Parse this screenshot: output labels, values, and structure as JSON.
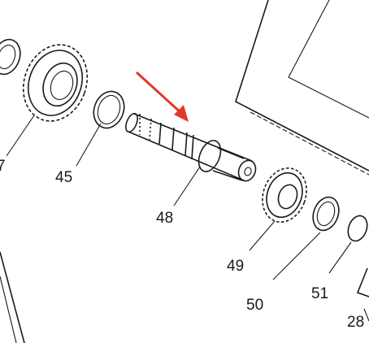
{
  "diagram": {
    "accent_color": "#e0392b",
    "line_color": "#1a1a1a",
    "callouts": [
      "7",
      "45",
      "48",
      "49",
      "50",
      "51",
      "28"
    ],
    "highlight": {
      "icon": "red-arrow-icon",
      "points_to": "48"
    }
  }
}
